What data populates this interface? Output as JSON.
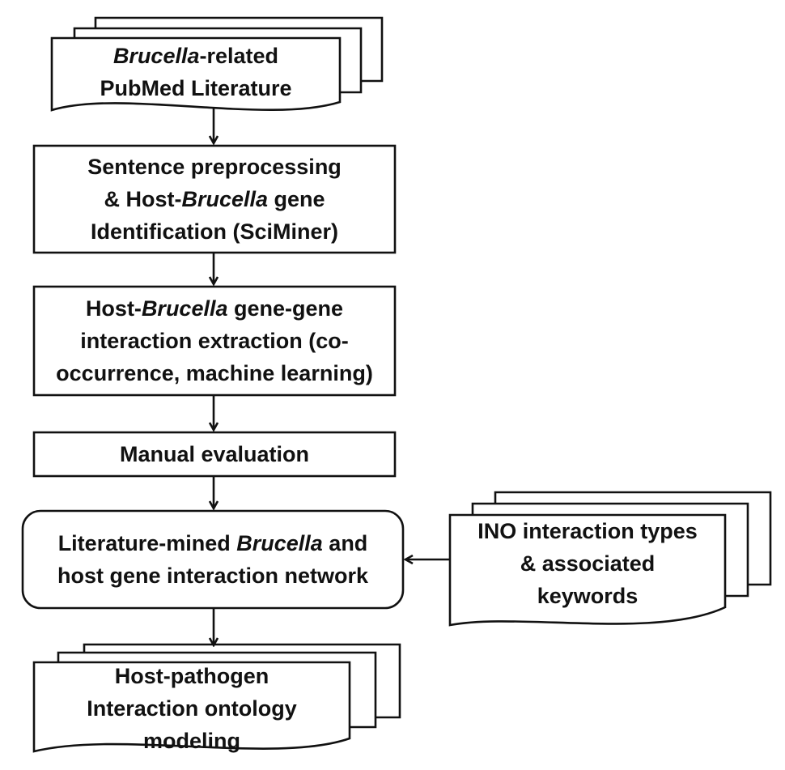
{
  "nodes": {
    "pubmed": {
      "lines": [
        [
          {
            "t": "Brucella",
            "i": true
          },
          {
            "t": "-related"
          }
        ],
        [
          {
            "t": "PubMed Literature"
          }
        ]
      ]
    },
    "preprocessing": {
      "lines": [
        [
          {
            "t": "Sentence preprocessing"
          }
        ],
        [
          {
            "t": "& Host-"
          },
          {
            "t": "Brucella",
            "i": true
          },
          {
            "t": " gene"
          }
        ],
        [
          {
            "t": "Identification (SciMiner)"
          }
        ]
      ]
    },
    "extraction": {
      "lines": [
        [
          {
            "t": "Host-"
          },
          {
            "t": "Brucella",
            "i": true
          },
          {
            "t": " gene-gene"
          }
        ],
        [
          {
            "t": "interaction extraction (co-"
          }
        ],
        [
          {
            "t": "occurrence, machine learning)"
          }
        ]
      ]
    },
    "evaluation": {
      "lines": [
        [
          {
            "t": "Manual evaluation"
          }
        ]
      ]
    },
    "network": {
      "lines": [
        [
          {
            "t": "Literature-mined "
          },
          {
            "t": "Brucella",
            "i": true
          },
          {
            "t": " and"
          }
        ],
        [
          {
            "t": "host gene interaction network"
          }
        ]
      ]
    },
    "ino": {
      "lines": [
        [
          {
            "t": "INO interaction types"
          }
        ],
        [
          {
            "t": "& associated"
          }
        ],
        [
          {
            "t": "keywords"
          }
        ]
      ]
    },
    "ontology": {
      "lines": [
        [
          {
            "t": "Host-pathogen"
          }
        ],
        [
          {
            "t": "Interaction ontology"
          }
        ],
        [
          {
            "t": "modeling"
          }
        ]
      ]
    }
  }
}
